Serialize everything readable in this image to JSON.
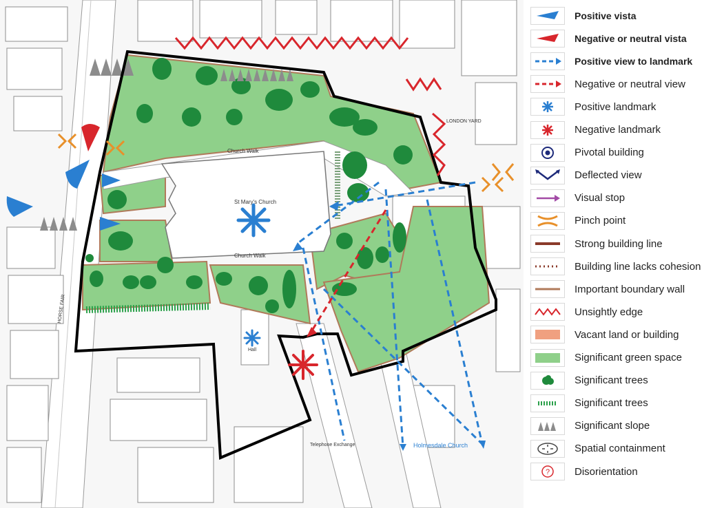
{
  "map": {
    "church_label": "St Mary's Church",
    "church_walk_top": "Church Walk",
    "church_walk_bottom": "Church Walk",
    "london_yard": "LONDON YARD",
    "holmesdale": "Holmesdale Church",
    "telephone_exchange": "Telephone Exchange",
    "hall": "Hall",
    "horse_fair": "HORSE FAIR",
    "colors": {
      "green": "#8fd08a",
      "tree": "#1f8a3c",
      "blue": "#2a7fd1",
      "red": "#d8262c",
      "orange": "#e8902a",
      "boundary": "#000000",
      "wall": "#b07a5a"
    }
  },
  "legend": {
    "items": [
      {
        "label": "Positive vista",
        "icon": "blue-vista-icon",
        "bold": true
      },
      {
        "label": "Negative or neutral vista",
        "icon": "red-vista-icon",
        "bold": true
      },
      {
        "label": "Positive view to landmark",
        "icon": "blue-dashed-arrow-icon",
        "bold": true
      },
      {
        "label": "Negative or neutral view",
        "icon": "red-dashed-arrow-icon",
        "bold": false
      },
      {
        "label": "Positive landmark",
        "icon": "blue-asterisk-icon",
        "bold": false
      },
      {
        "label": "Negative landmark",
        "icon": "red-asterisk-icon",
        "bold": false
      },
      {
        "label": "Pivotal building",
        "icon": "pivotal-building-icon",
        "bold": false
      },
      {
        "label": "Deflected view",
        "icon": "deflected-view-icon",
        "bold": false
      },
      {
        "label": "Visual stop",
        "icon": "visual-stop-arrow-icon",
        "bold": false
      },
      {
        "label": "Pinch point",
        "icon": "pinch-point-icon",
        "bold": false
      },
      {
        "label": "Strong building line",
        "icon": "strong-line-icon",
        "bold": false
      },
      {
        "label": "Building line lacks cohesion",
        "icon": "dotted-line-icon",
        "bold": false
      },
      {
        "label": "Important boundary wall",
        "icon": "boundary-wall-icon",
        "bold": false
      },
      {
        "label": "Unsightly edge",
        "icon": "zigzag-icon",
        "bold": false
      },
      {
        "label": "Vacant land or building",
        "icon": "vacant-land-icon",
        "bold": false
      },
      {
        "label": "Significant green space",
        "icon": "green-space-icon",
        "bold": false
      },
      {
        "label": "Significant trees",
        "icon": "tree-blob-icon",
        "bold": false
      },
      {
        "label": "Significant trees",
        "icon": "tree-row-icon",
        "bold": false
      },
      {
        "label": "Significant slope",
        "icon": "slope-icon",
        "bold": false
      },
      {
        "label": "Spatial containment",
        "icon": "spatial-containment-icon",
        "bold": false
      },
      {
        "label": "Disorientation",
        "icon": "question-mark-icon",
        "bold": false
      }
    ]
  }
}
